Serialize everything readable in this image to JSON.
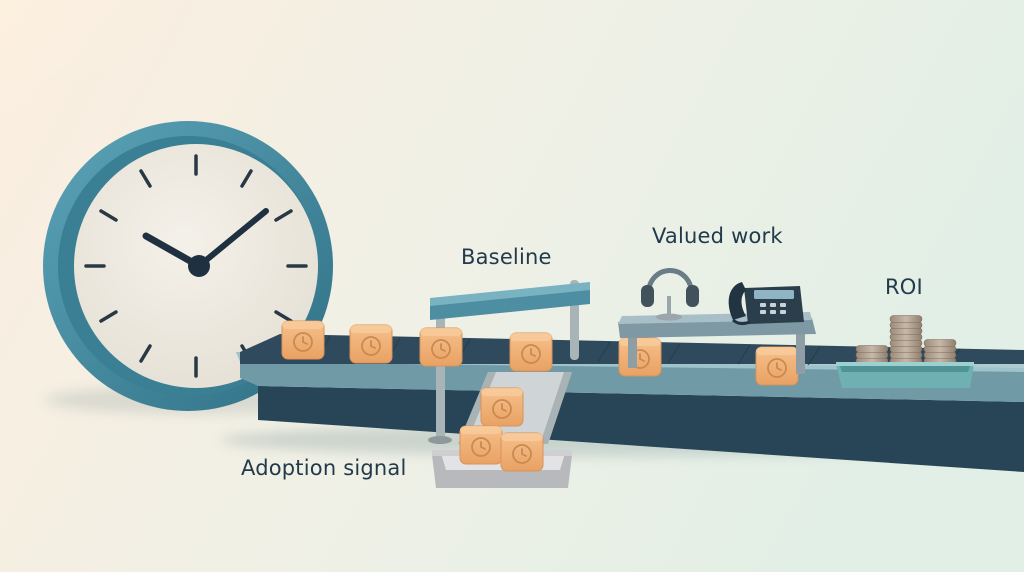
{
  "labels": {
    "baseline": "Baseline",
    "valued_work": "Valued work",
    "roi": "ROI",
    "adoption_signal": "Adoption signal"
  },
  "colors": {
    "background_warm": "#fbeedf",
    "background_cool": "#e2efe6",
    "label_text": "#223a4c",
    "clock_frame": "#3f8aa0",
    "clock_face": "#efebe1",
    "conveyor_belt": "#2c4658",
    "conveyor_side": "#7fa9b4",
    "box": "#f1b37a",
    "gate_bar": "#4e8ea2",
    "tray": "#cfcfd1",
    "roi_tray": "#7fb9bb",
    "coin": "#b6a594"
  },
  "icons": [
    "clock-icon",
    "headset-icon",
    "desk-phone-icon",
    "coin-stack-icon",
    "time-box-icon"
  ]
}
